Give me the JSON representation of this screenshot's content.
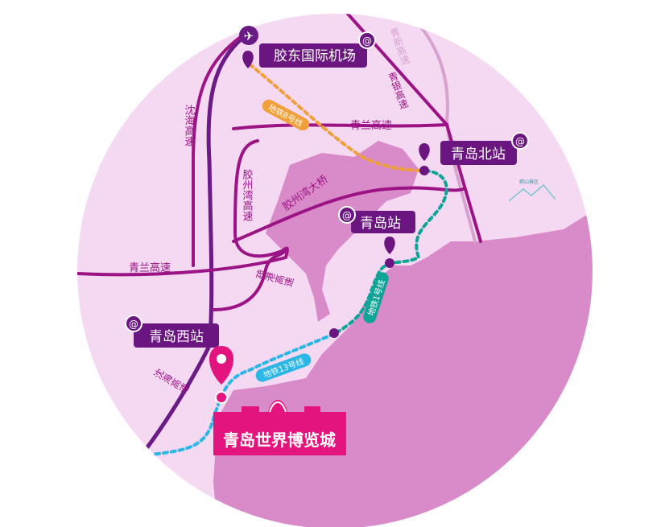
{
  "colors": {
    "land": "#f5d9f2",
    "sea": "#d98bc9",
    "road": "#9b1385",
    "road_dark": "#6a1b86",
    "label_bg": "#6b1680",
    "expo": "#e4147e",
    "metro8": "#f0a03a",
    "metro1": "#0ea596",
    "metro13": "#2bb7e6",
    "road_light": "#d7a2cf"
  },
  "places": {
    "airport": "胶东国际机场",
    "north_station": "青岛北站",
    "qingdao_station": "青岛站",
    "west_station": "青岛西站",
    "expo": "青岛世界博览城",
    "scenic": "崂山景区"
  },
  "roads": {
    "shenhai_1": "沈海高速",
    "shenhai_2": "沈海高速",
    "qinglan_1": "青兰高速",
    "qinglan_2": "青兰高速",
    "jiaozhouwan": "胶州湾高速",
    "bridge": "胶州湾大桥",
    "shugang": "疏港高速",
    "qingyin": "青银高速",
    "qingxin": "青新高速"
  },
  "metro": {
    "line8": "地铁8号线",
    "line1": "地铁1号线",
    "line13": "地铁13号线"
  }
}
